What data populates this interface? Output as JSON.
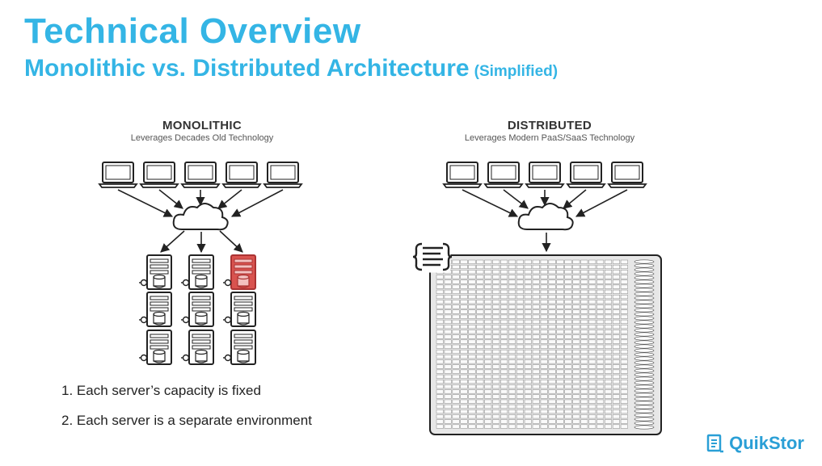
{
  "header": {
    "title": "Technical Overview",
    "subtitle": "Monolithic vs. Distributed Architecture",
    "subtitle_note": "(Simplified)"
  },
  "monolithic": {
    "name": "MONOLITHIC",
    "description": "Leverages Decades Old Technology",
    "clients": 5,
    "server_grid": {
      "rows": 3,
      "cols": 3,
      "failed_server": {
        "row": 1,
        "col": 3
      }
    },
    "points": [
      "1. Each server’s capacity is fixed",
      "2. Each server is a separate environment"
    ]
  },
  "distributed": {
    "name": "DISTRIBUTED",
    "description": "Leverages Modern PaaS/SaaS Technology",
    "clients": 5
  },
  "brand": {
    "name": "QuikStor",
    "color": "#2a9fd6"
  },
  "colors": {
    "accent": "#34b5e5",
    "failed_server": "#d9534f",
    "line": "#222222"
  },
  "icons": [
    "laptop-icon",
    "cloud-icon",
    "server-icon",
    "database-icon",
    "api-icon",
    "quikstor-logo-icon"
  ]
}
